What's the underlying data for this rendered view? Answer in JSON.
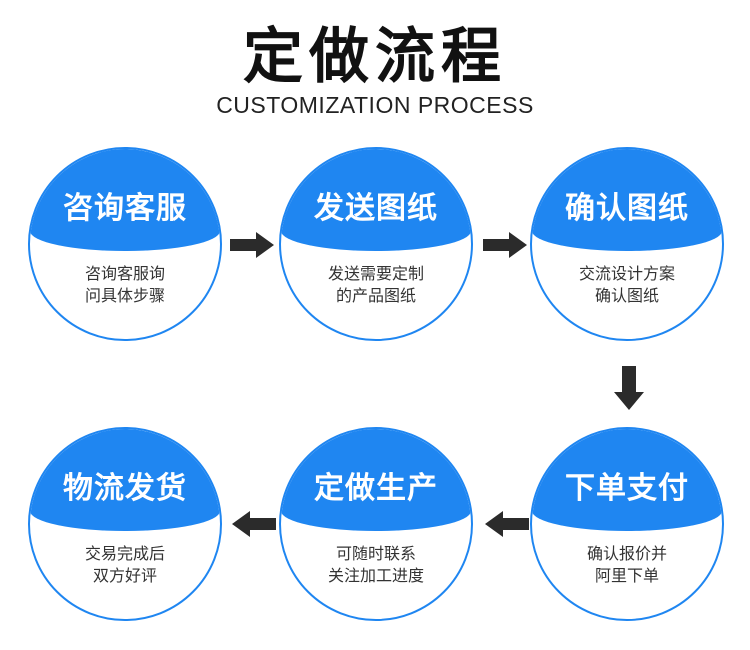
{
  "header": {
    "title": "定做流程",
    "subtitle": "CUSTOMIZATION PROCESS"
  },
  "steps": [
    {
      "title": "咨询客服",
      "line1": "咨询客服询",
      "line2": "问具体步骤"
    },
    {
      "title": "发送图纸",
      "line1": "发送需要定制",
      "line2": "的产品图纸"
    },
    {
      "title": "确认图纸",
      "line1": "交流设计方案",
      "line2": "确认图纸"
    },
    {
      "title": "下单支付",
      "line1": "确认报价并",
      "line2": "阿里下单"
    },
    {
      "title": "定做生产",
      "line1": "可随时联系",
      "line2": "关注加工进度"
    },
    {
      "title": "物流发货",
      "line1": "交易完成后",
      "line2": "双方好评"
    }
  ],
  "colors": {
    "accent": "#1f86f1",
    "arrow": "#2b2b2b"
  }
}
